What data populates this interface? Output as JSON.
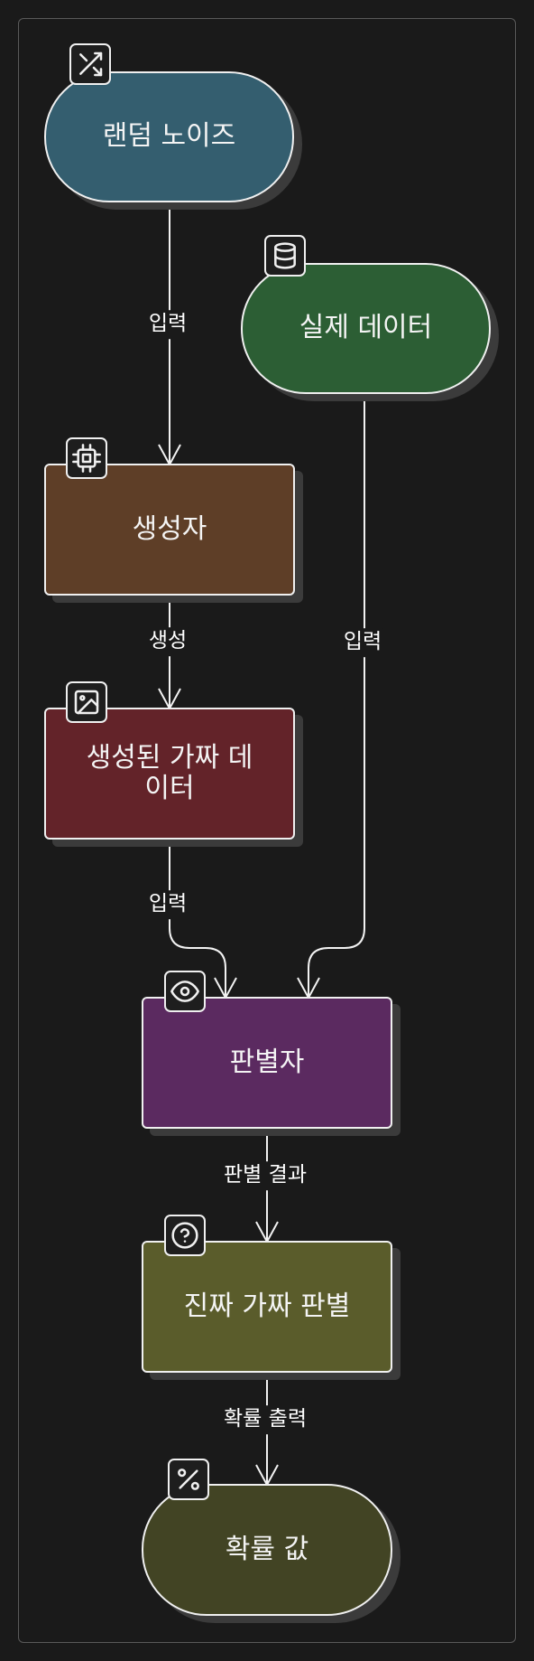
{
  "nodes": {
    "noise": {
      "label": "랜덤 노이즈",
      "icon": "shuffle-icon",
      "color": "#345e6f"
    },
    "real": {
      "label": "실제 데이터",
      "icon": "database-icon",
      "color": "#2c5e34"
    },
    "generator": {
      "label": "생성자",
      "icon": "cpu-icon",
      "color": "#5e3e27"
    },
    "fake": {
      "label": "생성된 가짜 데\n이터",
      "icon": "image-icon",
      "color": "#632329"
    },
    "discriminator": {
      "label": "판별자",
      "icon": "eye-icon",
      "color": "#5b2a60"
    },
    "judge": {
      "label": "진짜 가짜 판별",
      "icon": "help-circle-icon",
      "color": "#5a5c2b"
    },
    "prob": {
      "label": "확률 값",
      "icon": "percent-icon",
      "color": "#424424"
    }
  },
  "edges": {
    "noise_to_generator": "입력",
    "real_to_discriminator": "입력",
    "generator_to_fake": "생성",
    "fake_to_discriminator": "입력",
    "discriminator_to_judge": "판별 결과",
    "judge_to_prob": "확률 출력"
  }
}
